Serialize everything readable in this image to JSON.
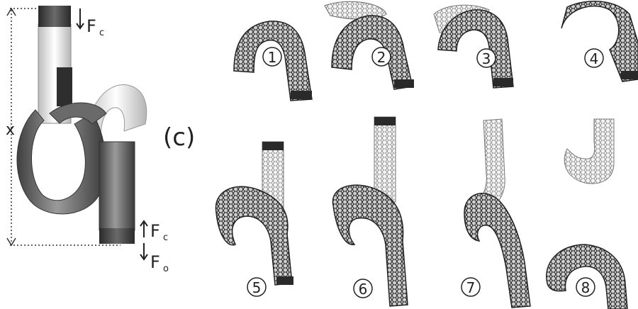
{
  "panel_label": "(c)",
  "dimension_label": "x",
  "forces": {
    "top": {
      "symbol": "F",
      "subscript": "c"
    },
    "bottom_1": {
      "symbol": "F",
      "subscript": "c"
    },
    "bottom_2": {
      "symbol": "F",
      "subscript": "o"
    }
  },
  "snapshots": [
    {
      "number": "1"
    },
    {
      "number": "2"
    },
    {
      "number": "3"
    },
    {
      "number": "4"
    },
    {
      "number": "5"
    },
    {
      "number": "6"
    },
    {
      "number": "7"
    },
    {
      "number": "8"
    }
  ],
  "colors": {
    "tube_dark": "#5a5a5a",
    "tube_light": "#d8d8d8",
    "cap": "#3a3a3a",
    "mesh": "#2b2b2b",
    "text": "#222222"
  }
}
